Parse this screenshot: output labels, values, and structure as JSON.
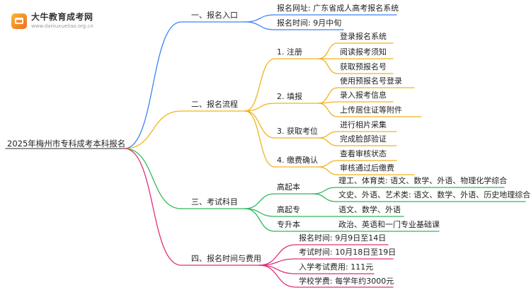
{
  "logo": {
    "icon": "mortarboard-icon",
    "name": "大牛教育成考网",
    "url": "www.daniuxueliao.org.cn"
  },
  "mindmap": {
    "root": "2025年梅州市专科成考本科报名",
    "branches": [
      {
        "color": "#3b82f6",
        "label": "一、报名入口",
        "children": [
          {
            "label": "报名网址: 广东省成人高考报名系统"
          },
          {
            "label": "报名时间: 9月中旬"
          }
        ]
      },
      {
        "color": "#f0b31c",
        "label": "二、报名流程",
        "children": [
          {
            "label": "1. 注册",
            "children": [
              "登录报名系统",
              "阅读报考须知",
              "获取预报名号"
            ]
          },
          {
            "label": "2. 填报",
            "children": [
              "使用预报名号登录",
              "录入报考信息",
              "上传居住证等附件"
            ]
          },
          {
            "label": "3. 获取考位",
            "children": [
              "进行相片采集",
              "完成脸部验证"
            ]
          },
          {
            "label": "4. 缴费确认",
            "children": [
              "查看审核状态",
              "审核通过后缴费"
            ]
          }
        ]
      },
      {
        "color": "#2eb85c",
        "label": "三、考试科目",
        "children": [
          {
            "label": "高起本",
            "children": [
              "理工、体育类: 语文、数学、外语、物理化学综合",
              "文史、外语、艺术类: 语文、数学、外语、历史地理综合"
            ]
          },
          {
            "label": "高起专",
            "children": [
              "语文、数学、外语"
            ]
          },
          {
            "label": "专升本",
            "children": [
              "政治、英语和一门专业基础课"
            ]
          }
        ]
      },
      {
        "color": "#e0307a",
        "label": "四、报名时间与费用",
        "children": [
          {
            "label": "报名时间: 9月9日至14日"
          },
          {
            "label": "考试时间: 10月18日至19日"
          },
          {
            "label": "入学考试费用: 111元"
          },
          {
            "label": "学校学费: 每学年约3000元"
          }
        ]
      }
    ]
  }
}
